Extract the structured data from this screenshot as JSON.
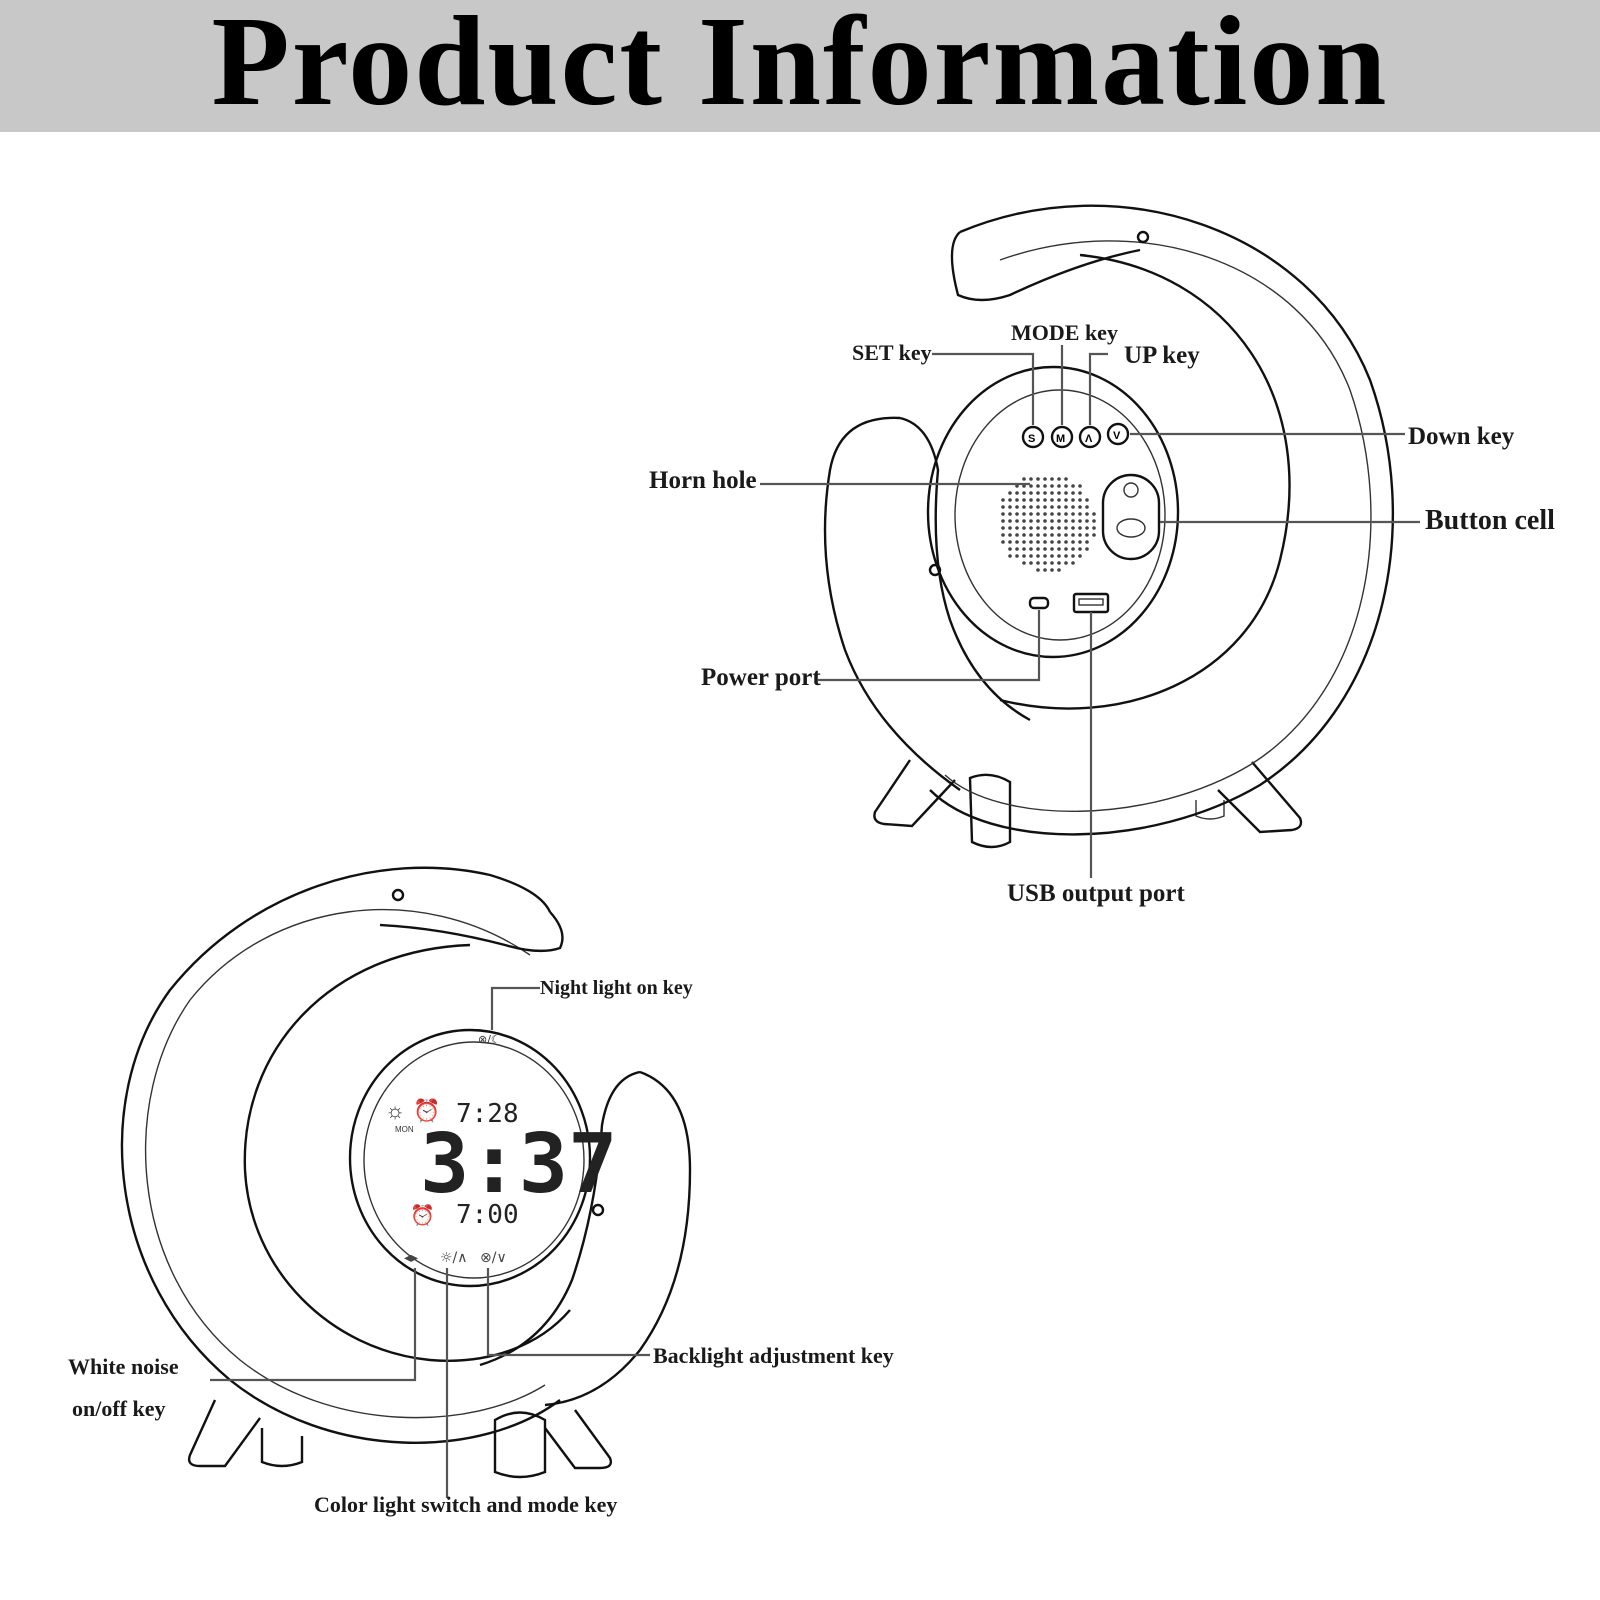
{
  "title": "Product Information",
  "back_view": {
    "labels": {
      "set_key": "SET key",
      "mode_key": "MODE key",
      "up_key": "UP key",
      "down_key": "Down key",
      "horn_hole": "Horn hole",
      "button_cell": "Button cell",
      "power_port": "Power port",
      "usb_output_port": "USB output port"
    },
    "buttons": [
      "S",
      "M",
      "Λ",
      "V"
    ]
  },
  "front_view": {
    "labels": {
      "night_light_on_key": "Night light on key",
      "white_noise_line1": "White noise",
      "white_noise_line2": "on/off key",
      "backlight_adjustment_key": "Backlight adjustment key",
      "color_light_switch": "Color light switch and mode key"
    },
    "display": {
      "time": "3:37",
      "top_time": "7:28",
      "alarm_time": "7:00",
      "day": "MON"
    }
  }
}
